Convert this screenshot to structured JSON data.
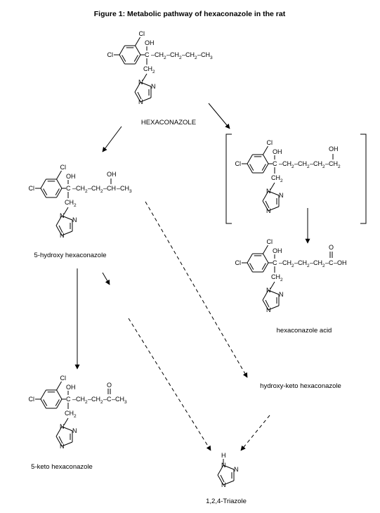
{
  "figure": {
    "title": "Figure 1:  Metabolic pathway of hexaconazole in the rat"
  },
  "atoms": {
    "cl": "Cl",
    "oh": "OH",
    "c": "C",
    "ch": "CH",
    "n": "N",
    "h": "H",
    "o": "O",
    "ch2_main": "CH",
    "sub2": "2",
    "sub3": "3",
    "dash": "–",
    "cooh_tail": "OH",
    "c_dash": "C"
  },
  "compounds": {
    "hexaconazole": {
      "label": "HEXACONAZOLE"
    },
    "hydroxy": {
      "label": "5-hydroxy hexaconazole"
    },
    "acid": {
      "label": "hexaconazole acid"
    },
    "keto": {
      "label": "5-keto hexaconazole"
    },
    "hydroxyketo": {
      "label": "hydroxy-keto hexaconazole"
    },
    "triazole": {
      "label": "1,2,4-Triazole"
    }
  }
}
